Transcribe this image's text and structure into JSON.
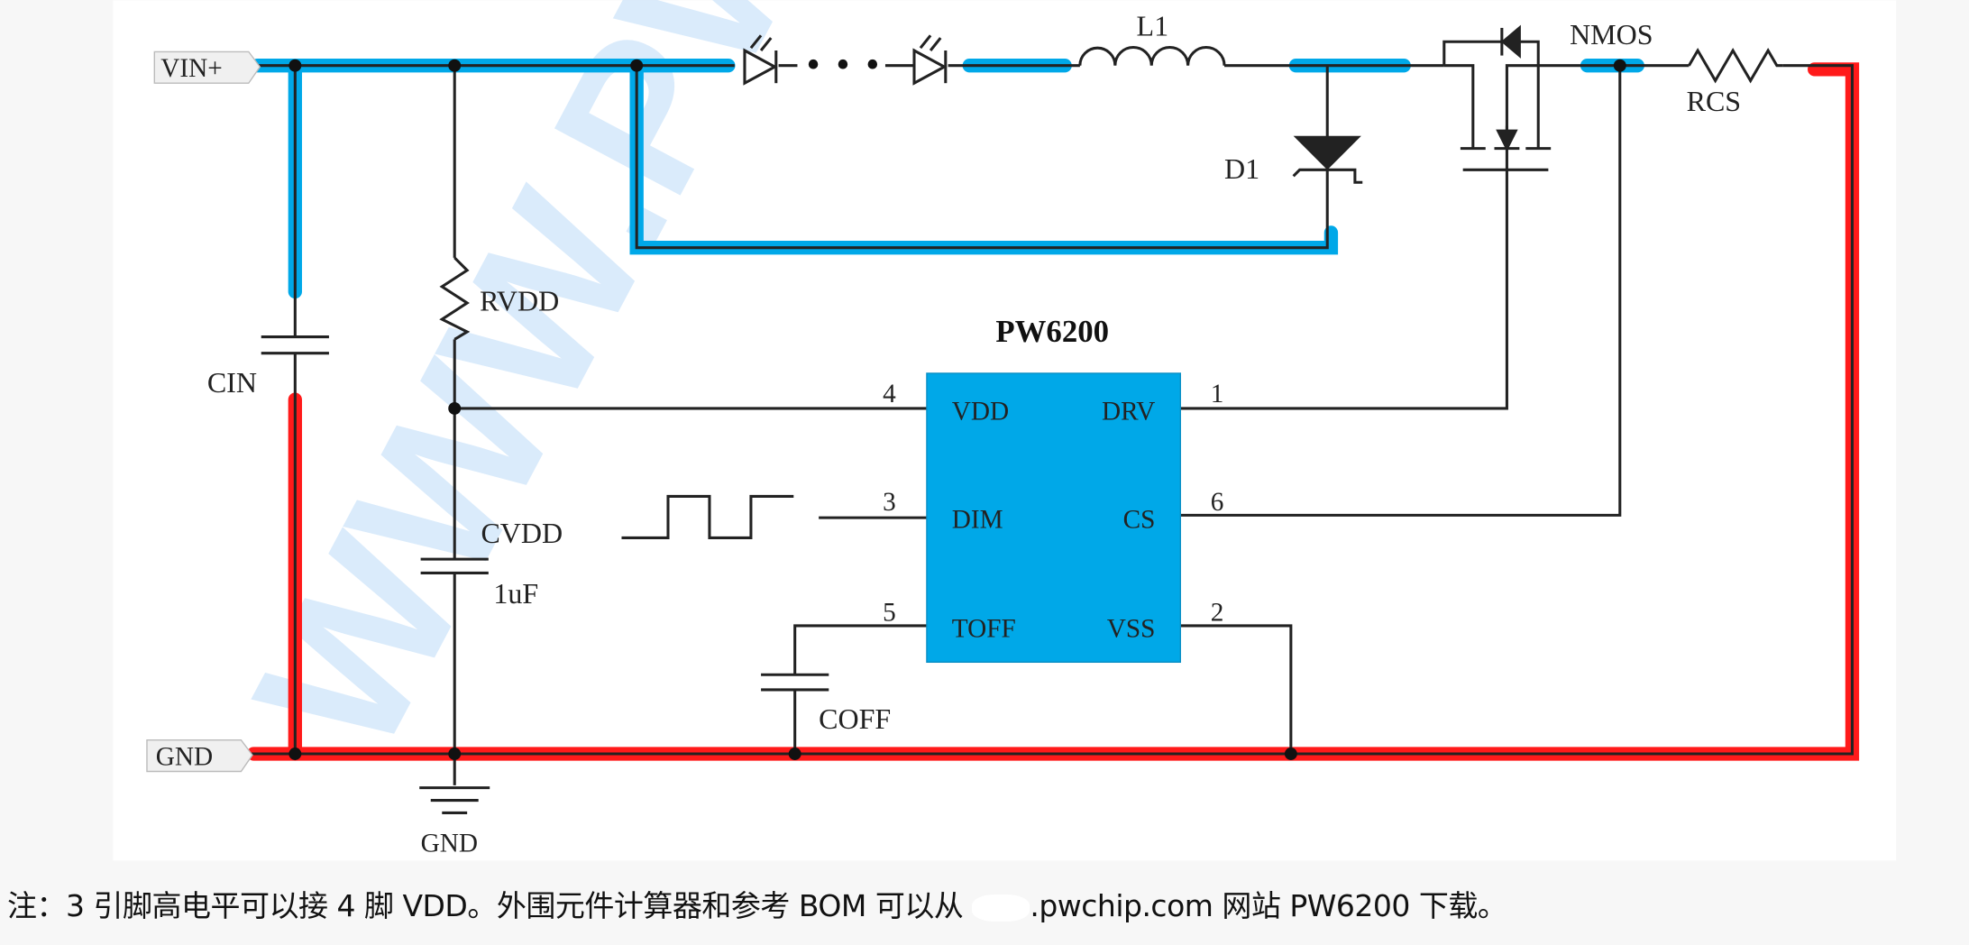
{
  "watermark": "WWW.PWCHIP.COM",
  "colors": {
    "vin_path": "#00a8e8",
    "gnd_path": "#ff1a1a",
    "ic_fill": "#00a8e8",
    "watermark": "#d6e9fb"
  },
  "ports": {
    "vin": "VIN+",
    "gnd": "GND"
  },
  "components": {
    "inductor": "L1",
    "diode": "D1",
    "mosfet": "NMOS",
    "sense_resistor": "RCS",
    "input_cap": "CIN",
    "vdd_resistor": "RVDD",
    "vdd_cap": "CVDD",
    "vdd_cap_value": "1uF",
    "toff_cap": "COFF",
    "ground": "GND"
  },
  "ic": {
    "name": "PW6200",
    "pins": [
      {
        "num": "4",
        "name": "VDD"
      },
      {
        "num": "3",
        "name": "DIM"
      },
      {
        "num": "5",
        "name": "TOFF"
      },
      {
        "num": "1",
        "name": "DRV"
      },
      {
        "num": "6",
        "name": "CS"
      },
      {
        "num": "2",
        "name": "VSS"
      }
    ]
  },
  "led_ellipsis": "• • •",
  "note": {
    "before": "注：3 引脚高电平可以接 4 脚 VDD。外围元件计算器和参考 BOM 可以从",
    "after": ".pwchip.com 网站 PW6200 下载。"
  }
}
